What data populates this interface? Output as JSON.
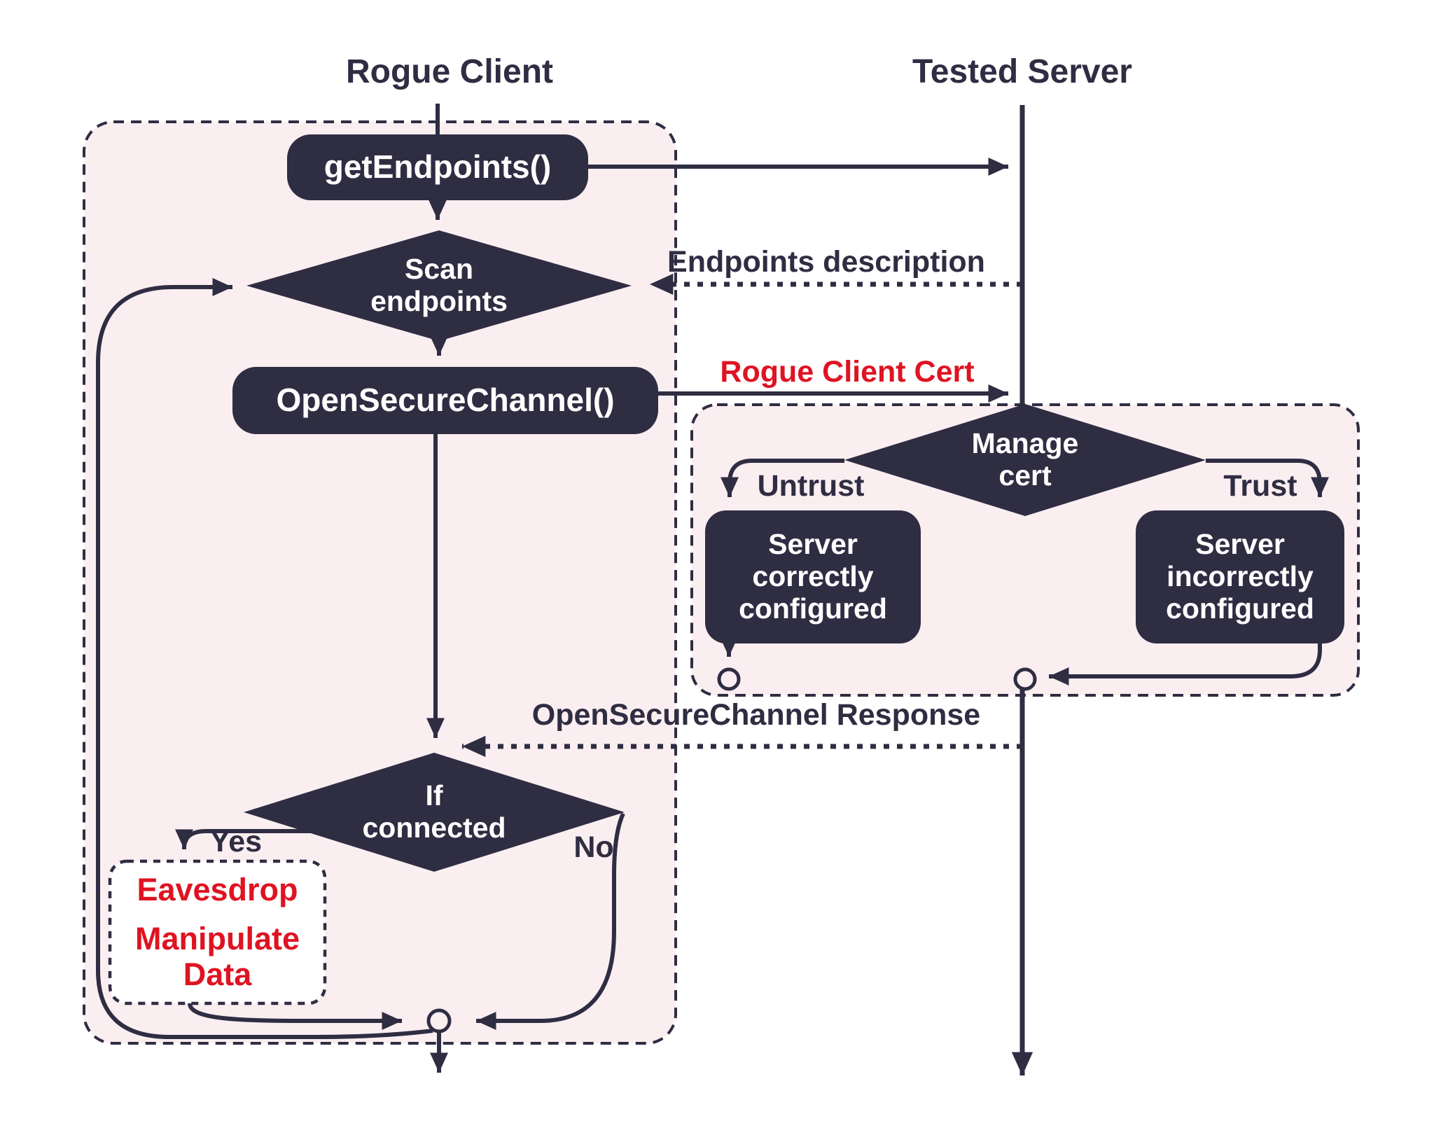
{
  "colors": {
    "ink": "#2f2d42",
    "red": "#df1322",
    "pink_fill": "#fbeef1",
    "node_text": "#ffffff",
    "background": "#ffffff"
  },
  "actors": {
    "client_title": "Rogue Client",
    "server_title": "Tested Server"
  },
  "client_flow": {
    "get_endpoints": "getEndpoints()",
    "scan_endpoints": "Scan endpoints",
    "open_secure_channel": "OpenSecureChannel()",
    "if_connected": "If connected",
    "yes_label": "Yes",
    "no_label": "No",
    "eavesdrop": "Eavesdrop",
    "manipulate_data": "Manipulate Data"
  },
  "server_flow": {
    "manage_cert": "Manage cert",
    "untrust_label": "Untrust",
    "trust_label": "Trust",
    "server_correct": "Server correctly configured",
    "server_incorrect": "Server incorrectly configured"
  },
  "messages": {
    "endpoints_description": "Endpoints description",
    "rogue_client_cert": "Rogue Client Cert",
    "open_secure_channel_response": "OpenSecureChannel Response"
  }
}
